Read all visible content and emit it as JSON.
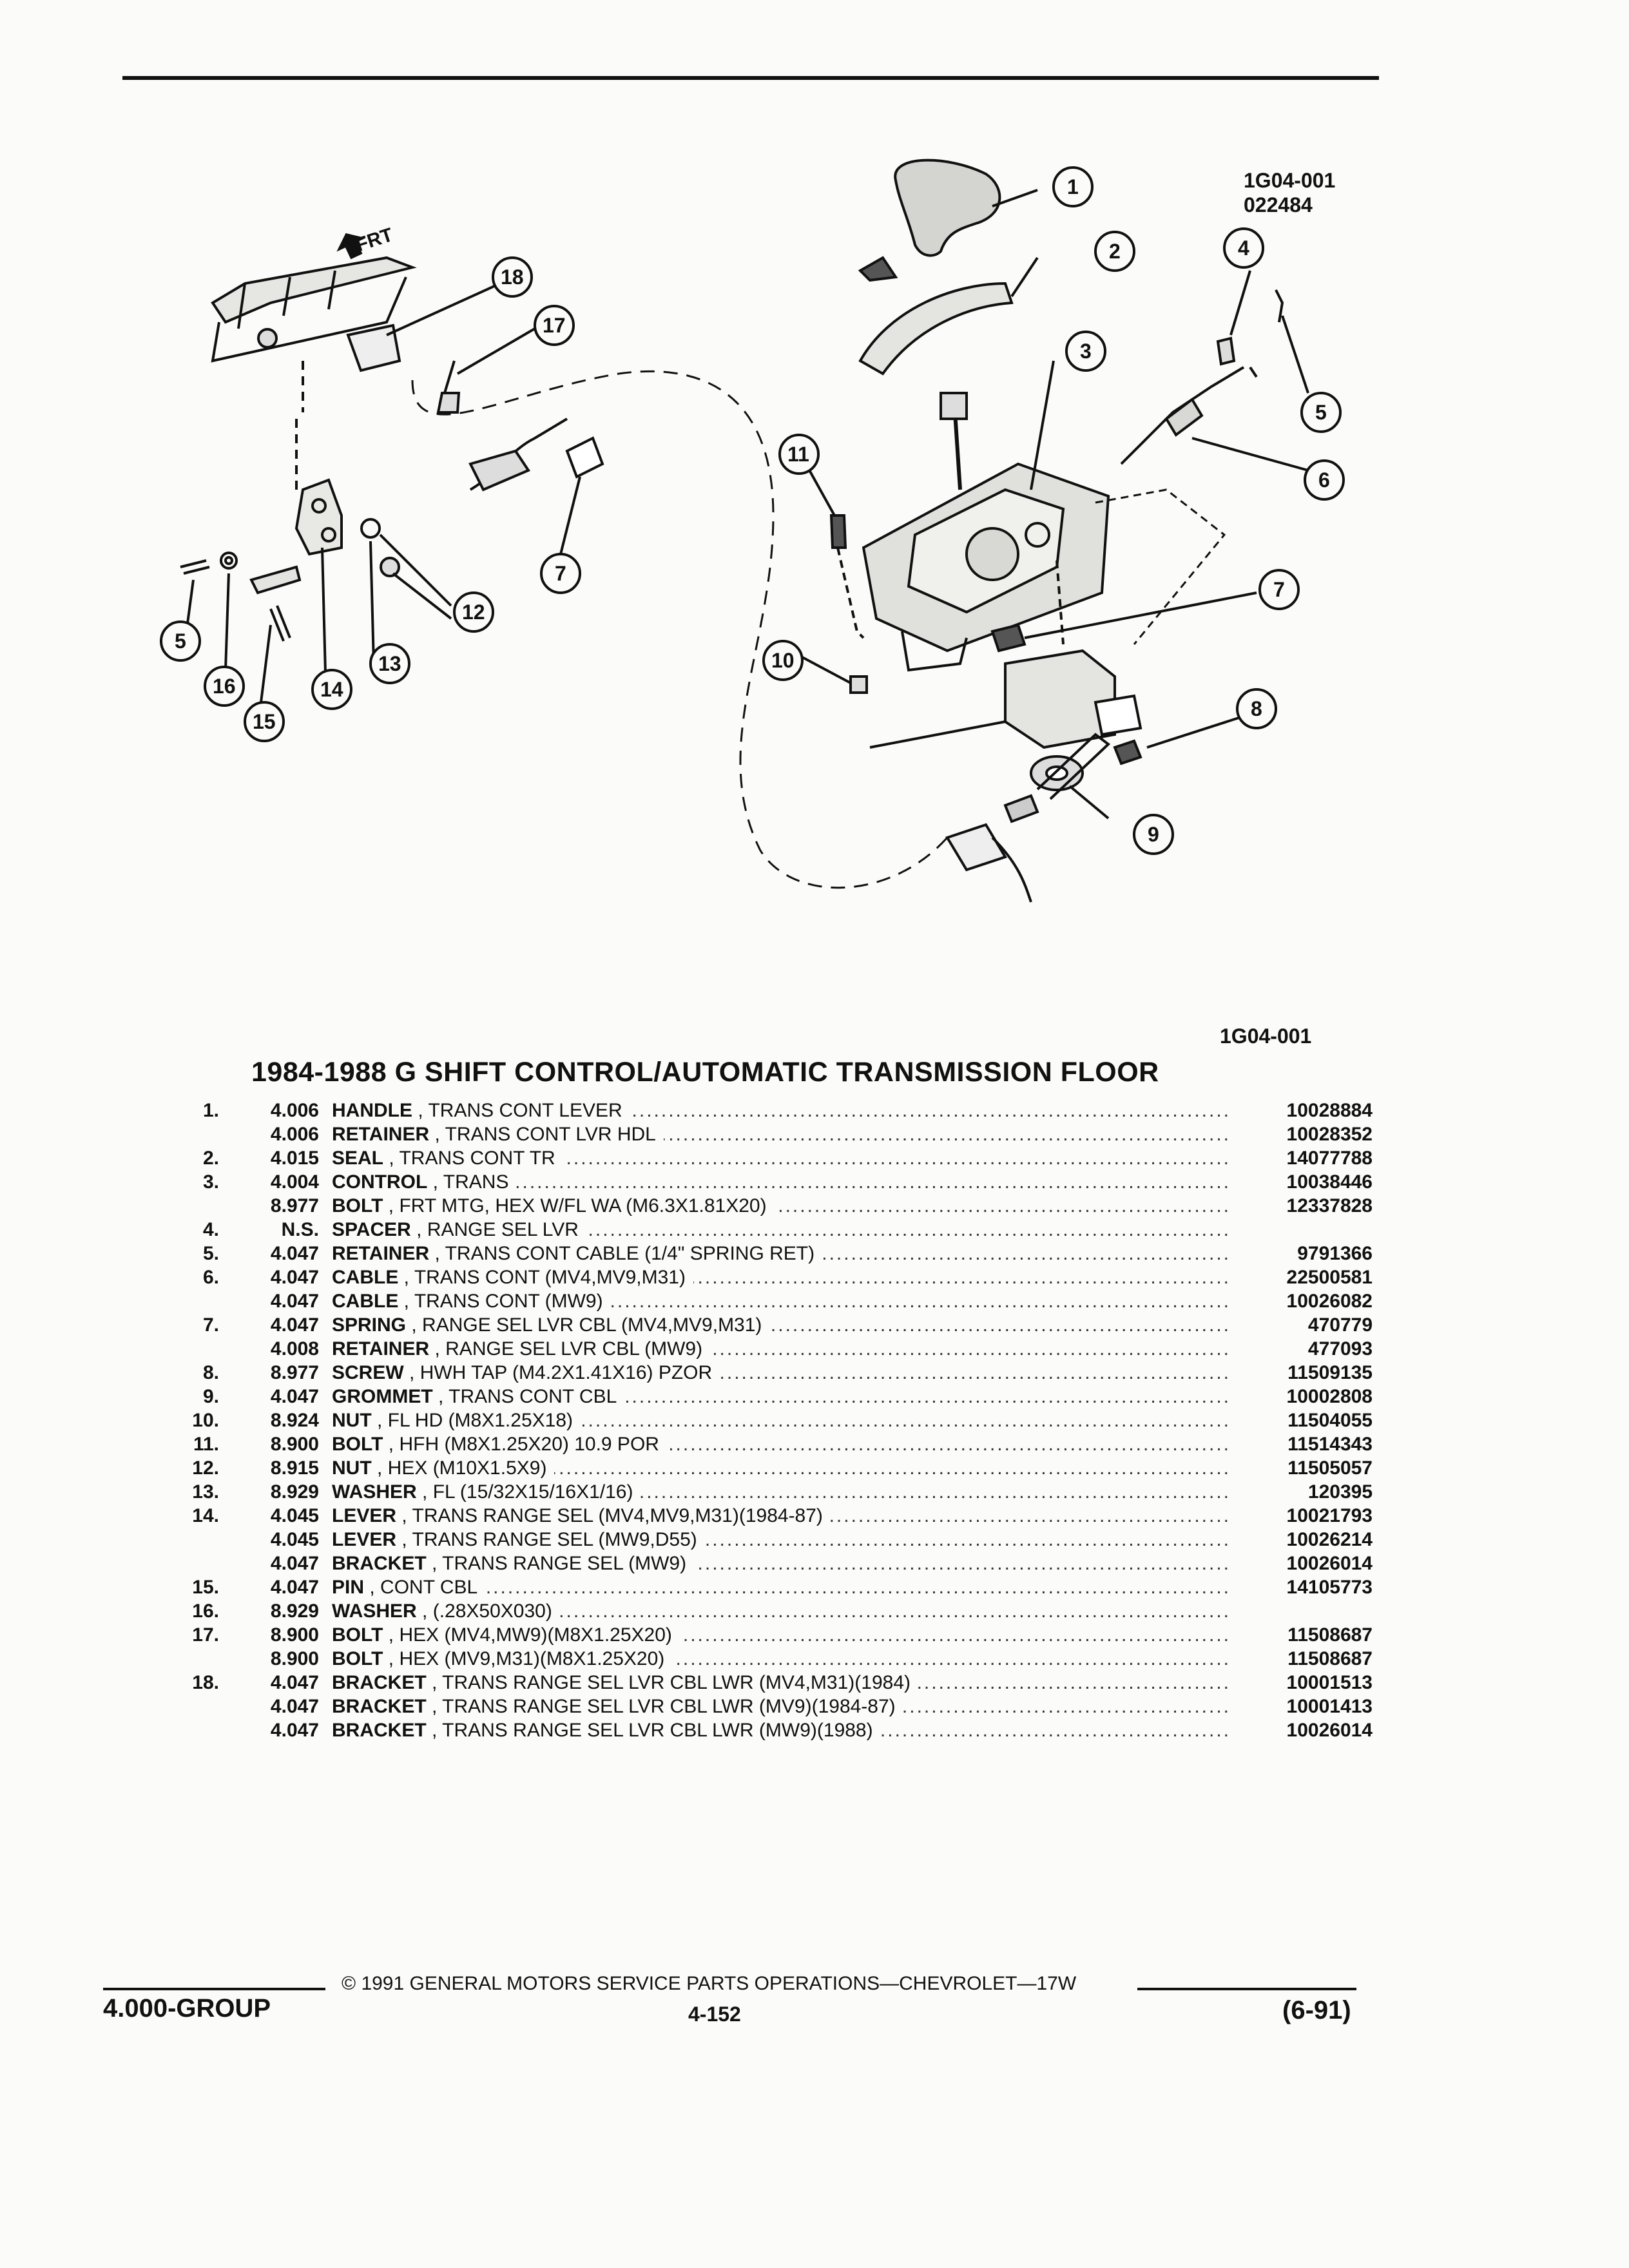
{
  "illustration": {
    "ref_id": "1G04-001",
    "date_code": "022484",
    "front_label": "FRT",
    "callouts": [
      "1",
      "2",
      "3",
      "4",
      "5",
      "6",
      "7",
      "8",
      "9",
      "10",
      "11",
      "12",
      "13",
      "14",
      "15",
      "16",
      "17",
      "18",
      "5",
      "7"
    ]
  },
  "table": {
    "ref_id": "1G04-001",
    "title": "1984-1988 G SHIFT CONTROL/AUTOMATIC TRANSMISSION FLOOR",
    "rows": [
      {
        "num": "1.",
        "group": "4.006",
        "name": "HANDLE",
        "desc": "TRANS CONT LEVER",
        "part": "10028884"
      },
      {
        "num": "",
        "group": "4.006",
        "name": "RETAINER",
        "desc": "TRANS CONT LVR HDL",
        "part": "10028352"
      },
      {
        "num": "2.",
        "group": "4.015",
        "name": "SEAL",
        "desc": "TRANS CONT TR",
        "part": "14077788"
      },
      {
        "num": "3.",
        "group": "4.004",
        "name": "CONTROL",
        "desc": "TRANS",
        "part": "10038446"
      },
      {
        "num": "",
        "group": "8.977",
        "name": "BOLT",
        "desc": "FRT MTG, HEX W/FL WA (M6.3X1.81X20)",
        "part": "12337828"
      },
      {
        "num": "4.",
        "group": "N.S.",
        "name": "SPACER",
        "desc": "RANGE SEL LVR",
        "part": ""
      },
      {
        "num": "5.",
        "group": "4.047",
        "name": "RETAINER",
        "desc": "TRANS CONT CABLE (1/4\" SPRING RET)",
        "part": "9791366"
      },
      {
        "num": "6.",
        "group": "4.047",
        "name": "CABLE",
        "desc": "TRANS CONT (MV4,MV9,M31)",
        "part": "22500581"
      },
      {
        "num": "",
        "group": "4.047",
        "name": "CABLE",
        "desc": "TRANS CONT (MW9)",
        "part": "10026082"
      },
      {
        "num": "7.",
        "group": "4.047",
        "name": "SPRING",
        "desc": "RANGE SEL LVR CBL (MV4,MV9,M31)",
        "part": "470779"
      },
      {
        "num": "",
        "group": "4.008",
        "name": "RETAINER",
        "desc": "RANGE SEL LVR CBL (MW9)",
        "part": "477093"
      },
      {
        "num": "8.",
        "group": "8.977",
        "name": "SCREW",
        "desc": "HWH TAP (M4.2X1.41X16) PZOR",
        "part": "11509135"
      },
      {
        "num": "9.",
        "group": "4.047",
        "name": "GROMMET",
        "desc": "TRANS CONT CBL",
        "part": "10002808"
      },
      {
        "num": "10.",
        "group": "8.924",
        "name": "NUT",
        "desc": "FL HD (M8X1.25X18)",
        "part": "11504055"
      },
      {
        "num": "11.",
        "group": "8.900",
        "name": "BOLT",
        "desc": "HFH (M8X1.25X20) 10.9 POR",
        "part": "11514343"
      },
      {
        "num": "12.",
        "group": "8.915",
        "name": "NUT",
        "desc": "HEX (M10X1.5X9)",
        "part": "11505057"
      },
      {
        "num": "13.",
        "group": "8.929",
        "name": "WASHER",
        "desc": "FL (15/32X15/16X1/16)",
        "part": "120395"
      },
      {
        "num": "14.",
        "group": "4.045",
        "name": "LEVER",
        "desc": "TRANS RANGE SEL (MV4,MV9,M31)(1984-87)",
        "part": "10021793"
      },
      {
        "num": "",
        "group": "4.045",
        "name": "LEVER",
        "desc": "TRANS RANGE SEL (MW9,D55)",
        "part": "10026214"
      },
      {
        "num": "",
        "group": "4.047",
        "name": "BRACKET",
        "desc": "TRANS RANGE SEL (MW9)",
        "part": "10026014"
      },
      {
        "num": "15.",
        "group": "4.047",
        "name": "PIN",
        "desc": "CONT CBL",
        "part": "14105773"
      },
      {
        "num": "16.",
        "group": "8.929",
        "name": "WASHER",
        "desc": "(.28X50X030)",
        "part": ""
      },
      {
        "num": "17.",
        "group": "8.900",
        "name": "BOLT",
        "desc": "HEX (MV4,MW9)(M8X1.25X20)",
        "part": "11508687"
      },
      {
        "num": "",
        "group": "8.900",
        "name": "BOLT",
        "desc": "HEX (MV9,M31)(M8X1.25X20)",
        "part": "11508687"
      },
      {
        "num": "18.",
        "group": "4.047",
        "name": "BRACKET",
        "desc": "TRANS RANGE SEL LVR CBL LWR (MV4,M31)(1984)",
        "part": "10001513"
      },
      {
        "num": "",
        "group": "4.047",
        "name": "BRACKET",
        "desc": "TRANS RANGE SEL LVR CBL LWR (MV9)(1984-87)",
        "part": "10001413"
      },
      {
        "num": "",
        "group": "4.047",
        "name": "BRACKET",
        "desc": "TRANS RANGE SEL LVR CBL LWR (MW9)(1988)",
        "part": "10026014"
      }
    ]
  },
  "footer": {
    "copyright": "© 1991 GENERAL MOTORS SERVICE PARTS OPERATIONS—CHEVROLET—17W",
    "group": "4.000-GROUP",
    "page": "4-152",
    "date": "(6-91)"
  }
}
